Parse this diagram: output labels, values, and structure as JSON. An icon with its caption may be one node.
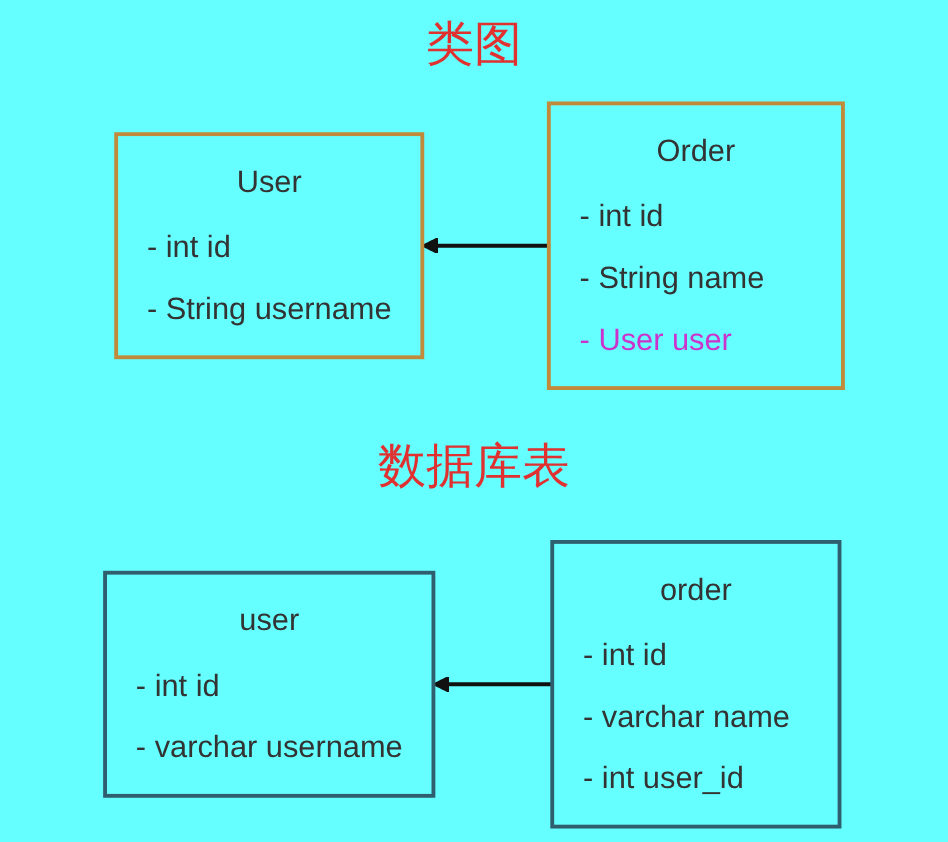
{
  "diagram": {
    "nodes": [
      {
        "text": [
          "User",
          "- int id",
          "- String username"
        ]
      },
      {
        "text": [
          "Order",
          "- int id",
          "- String name",
          "- User user"
        ]
      },
      {
        "text": [
          "user",
          "- int id",
          "- varchar username"
        ]
      },
      {
        "text": [
          "order",
          "- int id",
          "- varchar name",
          "- int user_id"
        ]
      }
    ],
    "edges": [
      {
        "from": 1,
        "to": 0,
        "arrow": "to"
      },
      {
        "from": 3,
        "to": 2,
        "arrow": "to"
      }
    ],
    "labels": [
      "类图",
      "数据库表"
    ]
  }
}
